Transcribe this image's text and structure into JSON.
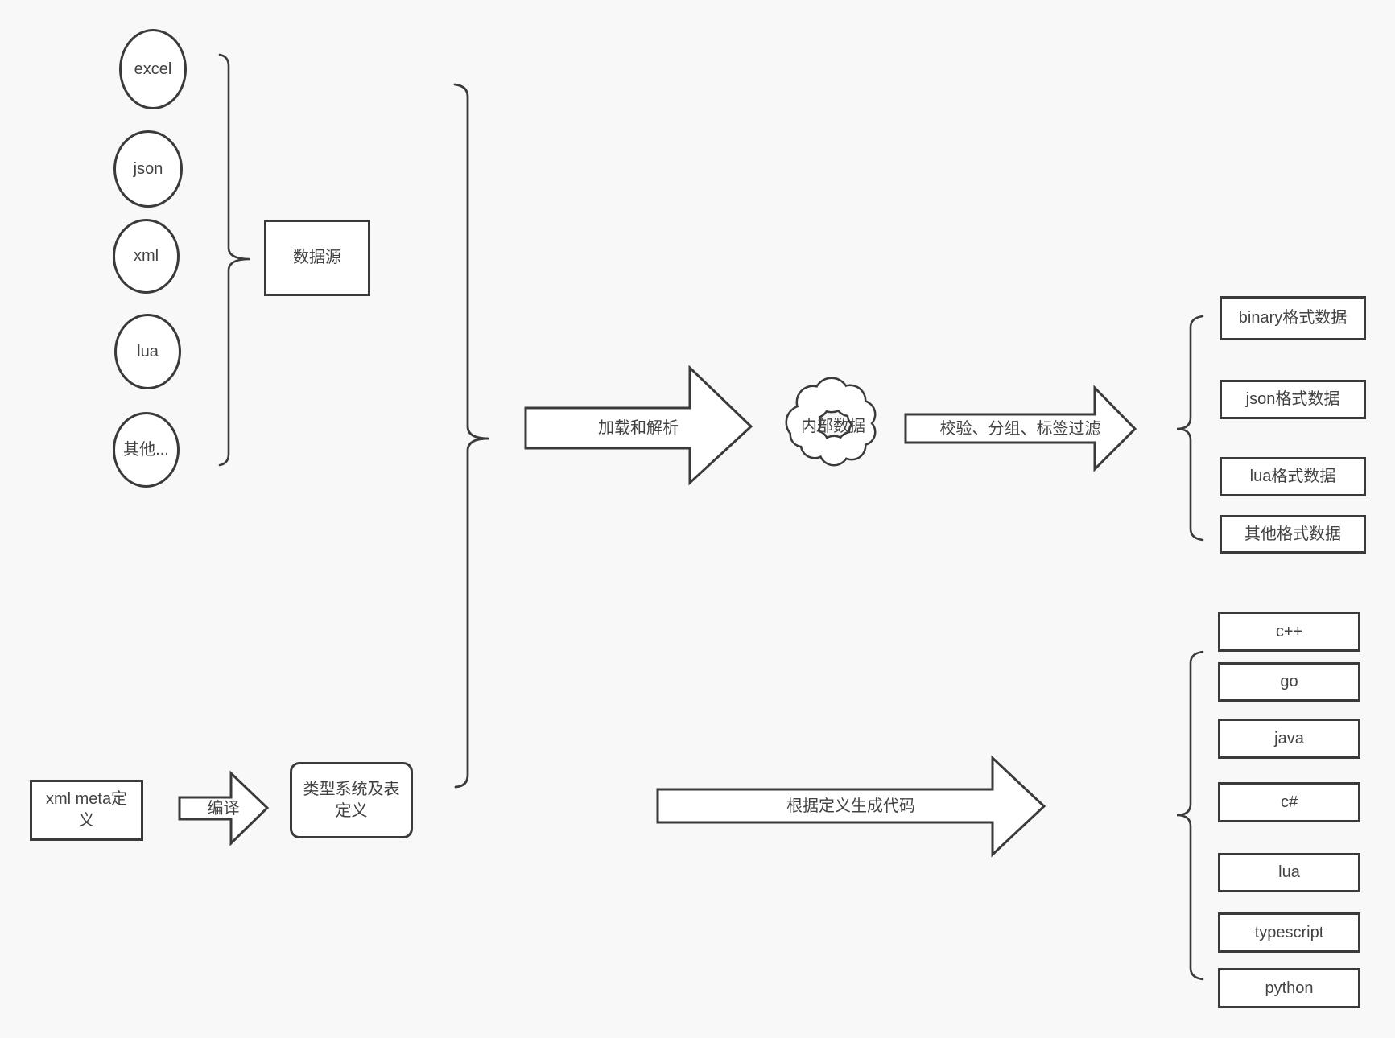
{
  "colors": {
    "background": "#f8f8f8",
    "stroke": "#3a3a3a",
    "text": "#424242",
    "shape_fill": "#ffffff"
  },
  "sources": {
    "items": [
      "excel",
      "json",
      "xml",
      "lua",
      "其他..."
    ],
    "group_label": "数据源"
  },
  "flow": {
    "load_arrow_label": "加载和解析",
    "cloud_label": "内部数据",
    "filter_arrow_label": "校验、分组、标签过滤",
    "compile_arrow_label": "编译",
    "codegen_arrow_label": "根据定义生成代码"
  },
  "meta": {
    "xml_meta_label": "xml meta定义",
    "type_system_label": "类型系统及表定义"
  },
  "outputs": {
    "formats": [
      "binary格式数据",
      "json格式数据",
      "lua格式数据",
      "其他格式数据"
    ],
    "languages": [
      "c++",
      "go",
      "java",
      "c#",
      "lua",
      "typescript",
      "python"
    ]
  }
}
